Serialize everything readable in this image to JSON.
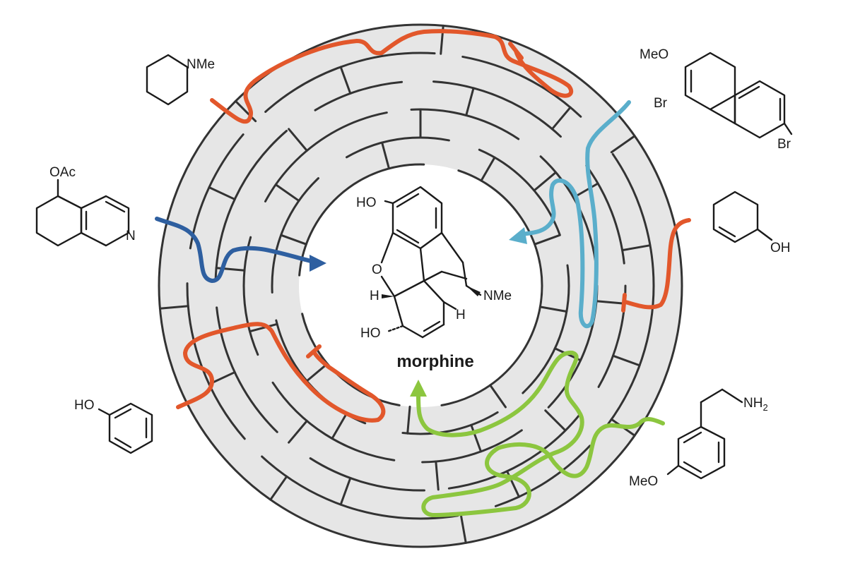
{
  "center": {
    "label": "morphine"
  },
  "colors": {
    "maze_fill": "#e6e6e6",
    "maze_wall": "#333333",
    "dead_end": "#e2572b",
    "route_blue": "#2e5fa0",
    "route_lightblue": "#5aaecb",
    "route_green": "#8cc63f"
  },
  "morphine_labels": {
    "ho_top": "HO",
    "o_ring": "O",
    "h_left": "H",
    "nme": "NMe",
    "h_right": "H",
    "ho_bottom": "HO"
  },
  "starting_materials": {
    "piperidine": {
      "label": "NMe"
    },
    "isoquinoline": {
      "oac": "OAc",
      "n": "N"
    },
    "phenol": {
      "ho": "HO"
    },
    "naphthalene": {
      "meo": "MeO",
      "br1": "Br",
      "br2": "Br"
    },
    "cyclohexenol": {
      "oh": "OH"
    },
    "phenethylamine": {
      "nh2": "NH",
      "nh2_sub": "2",
      "meo": "MeO"
    }
  }
}
